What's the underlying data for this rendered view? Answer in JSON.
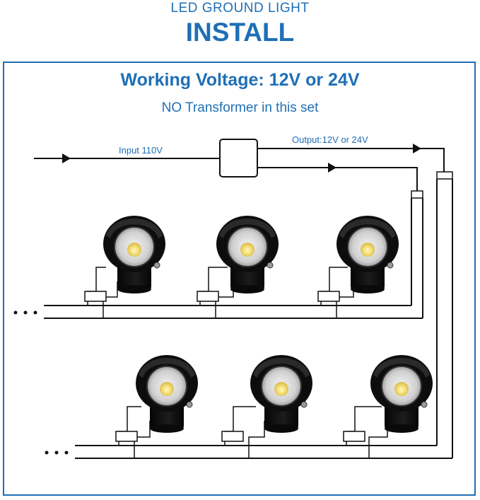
{
  "header": {
    "subtitle": "LED GROUND LIGHT",
    "title": "INSTALL"
  },
  "panel": {
    "voltage_text": "Working Voltage: 12V or 24V",
    "transformer_note": "NO Transformer in this set"
  },
  "wiring": {
    "input_label": "Input 110V",
    "output_label": "Output:12V or 24V",
    "continuation_mark": "..."
  },
  "lights": {
    "top_row_count": 3,
    "bottom_row_count": 3
  },
  "colors": {
    "accent": "#1f6fb6",
    "wire": "#111111",
    "lamp_body": "#101010",
    "led_warm": "#f6e27a"
  }
}
